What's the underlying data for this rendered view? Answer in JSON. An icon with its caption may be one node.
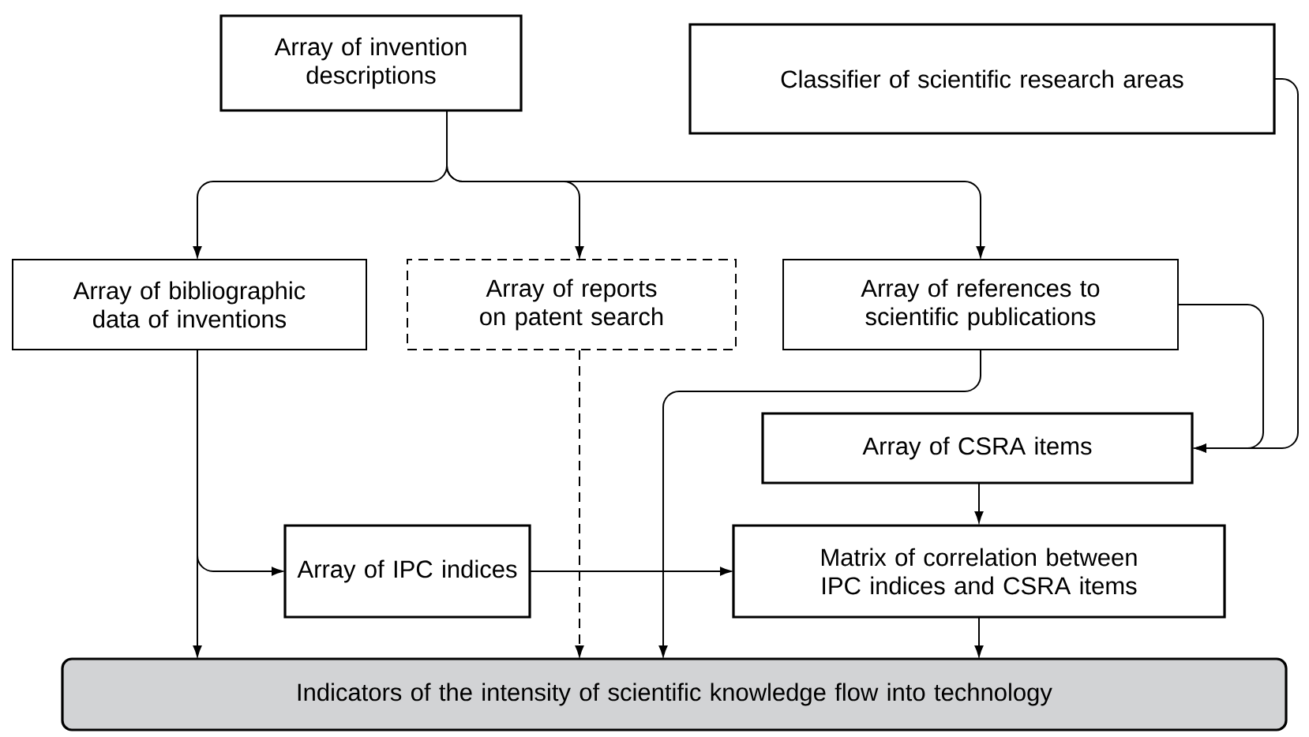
{
  "diagram": {
    "nodes": [
      {
        "text": [
          "Array of invention descriptions"
        ]
      },
      {
        "text": [
          "Classifier of scientific research areas"
        ]
      },
      {
        "text": [
          "Array of bibliographic data of inventions"
        ]
      },
      {
        "text": [
          "Array of reports on patent search"
        ]
      },
      {
        "text": [
          "Array of references to scientific publications"
        ]
      },
      {
        "text": [
          "Array of CSRA items"
        ]
      },
      {
        "text": [
          "Array of IPC indices"
        ]
      },
      {
        "text": [
          "Matrix of correlation between IPC indices and CSRA items"
        ]
      },
      {
        "text": [
          "Indicators of the intensity of scientific knowledge flow into technology"
        ]
      }
    ],
    "edges": [
      {
        "from": 0,
        "to": 2,
        "arrow": "to"
      },
      {
        "from": 0,
        "to": 3,
        "arrow": "to"
      },
      {
        "from": 0,
        "to": 4,
        "arrow": "to"
      },
      {
        "from": 1,
        "to": 5,
        "arrow": "to"
      },
      {
        "from": 4,
        "to": 5,
        "arrow": "to"
      },
      {
        "from": 4,
        "to": 8,
        "arrow": "to"
      },
      {
        "from": 2,
        "to": 6,
        "arrow": "to"
      },
      {
        "from": 2,
        "to": 8,
        "arrow": "to"
      },
      {
        "from": 3,
        "to": 8,
        "arrow": "to",
        "style": "dashed"
      },
      {
        "from": 6,
        "to": 7,
        "arrow": "to"
      },
      {
        "from": 5,
        "to": 7,
        "arrow": "to"
      },
      {
        "from": 7,
        "to": 8,
        "arrow": "to"
      }
    ]
  }
}
